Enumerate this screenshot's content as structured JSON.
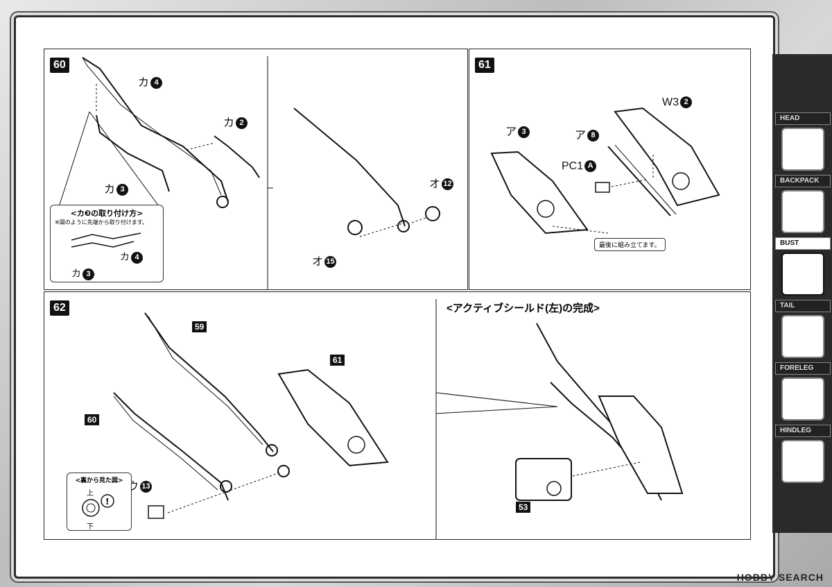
{
  "steps": {
    "s60": {
      "num": "60",
      "labels": [
        {
          "t": "カ",
          "n": "4"
        },
        {
          "t": "カ",
          "n": "2"
        },
        {
          "t": "カ",
          "n": "3"
        },
        {
          "t": "オ",
          "n": "12"
        },
        {
          "t": "オ",
          "n": "15"
        }
      ],
      "note_title": "<カ❸の取り付け方>",
      "note_text": "※図のように先端から取り付けます。",
      "note_labels": [
        {
          "t": "カ",
          "n": "4"
        },
        {
          "t": "カ",
          "n": "3"
        }
      ]
    },
    "s61": {
      "num": "61",
      "labels": [
        {
          "t": "ア",
          "n": "3"
        },
        {
          "t": "ア",
          "n": "8"
        },
        {
          "t": "W3",
          "n": "2"
        },
        {
          "t": "PC1",
          "n": "A"
        }
      ],
      "callout": "最後に組み立てます。"
    },
    "s62": {
      "num": "62",
      "tags": [
        "59",
        "61",
        "60"
      ],
      "label": {
        "t": "ウ",
        "n": "13"
      },
      "note_title": "<裏から見た図>",
      "up": "上",
      "down": "下"
    },
    "complete": {
      "title": "<アクティブシールド(左)の完成>",
      "tag": "53"
    }
  },
  "sidebar": {
    "items": [
      "HEAD",
      "BACKPACK",
      "BUST",
      "TAIL",
      "FORELEG",
      "HINDLEG"
    ],
    "active": "BUST"
  },
  "watermark": "HOBBY SEARCH"
}
